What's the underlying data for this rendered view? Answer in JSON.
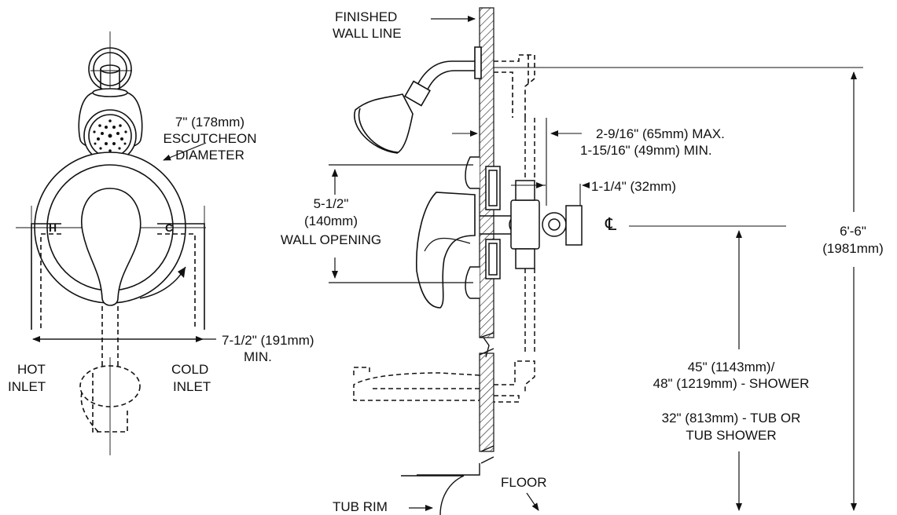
{
  "labels": {
    "finished_wall_1": "FINISHED",
    "finished_wall_2": "WALL LINE",
    "escutcheon_1": "7\" (178mm)",
    "escutcheon_2": "ESCUTCHEON",
    "escutcheon_3": "DIAMETER",
    "max_min_1": "2-9/16\" (65mm) MAX.",
    "max_min_2": "1-15/16\" (49mm) MIN.",
    "stem": "1-1/4\" (32mm)",
    "opening_1": "5-1/2\"",
    "opening_2": "(140mm)",
    "opening_3": "WALL OPENING",
    "height_1": "6'-6\"",
    "height_2": "(1981mm)",
    "inlet_width_1": "7-1/2\" (191mm)",
    "inlet_width_2": "MIN.",
    "hot_1": "HOT",
    "hot_2": "INLET",
    "cold_1": "COLD",
    "cold_2": "INLET",
    "shower_1": "45\" (1143mm)/",
    "shower_2": "48\" (1219mm) - SHOWER",
    "tub_1": "32\" (813mm) - TUB OR",
    "tub_2": "TUB SHOWER",
    "floor": "FLOOR",
    "tub_rim": "TUB RIM",
    "hot_mark": "H",
    "cold_mark": "C",
    "centerline": "℄"
  }
}
